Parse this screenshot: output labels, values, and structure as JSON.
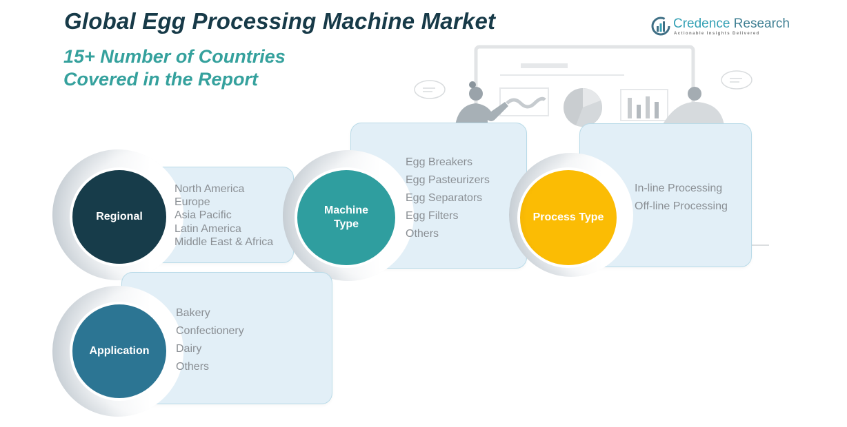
{
  "header": {
    "title": "Global Egg Processing Machine Market",
    "subtitle_line1": "15+ Number of Countries",
    "subtitle_line2": "Covered in the Report"
  },
  "logo": {
    "name_part1": "Credence",
    "name_part2": " Research",
    "tagline": "Actionable Insights Delivered",
    "icon": "bar-chart-logo-icon"
  },
  "colors": {
    "title": "#173a48",
    "subtitle": "#35a19d",
    "regional": "#173c4a",
    "machine_type": "#2f9e9f",
    "process_type": "#fbbc04",
    "application": "#2c7593",
    "card_bg": "#e2eff7",
    "item_text": "#8a8f94"
  },
  "segments": {
    "regional": {
      "label": "Regional",
      "items": [
        "North America",
        "Europe",
        "Asia Pacific",
        "Latin America",
        "Middle East & Africa"
      ]
    },
    "machine_type": {
      "label_line1": "Machine",
      "label_line2": "Type",
      "items": [
        "Egg Breakers",
        "Egg Pasteurizers",
        "Egg Separators",
        "Egg Filters",
        "Others"
      ]
    },
    "process_type": {
      "label": "Process Type",
      "items": [
        "In-line Processing",
        "Off-line Processing"
      ]
    },
    "application": {
      "label": "Application",
      "items": [
        "Bakery",
        "Confectionery",
        "Dairy",
        "Others"
      ]
    }
  }
}
